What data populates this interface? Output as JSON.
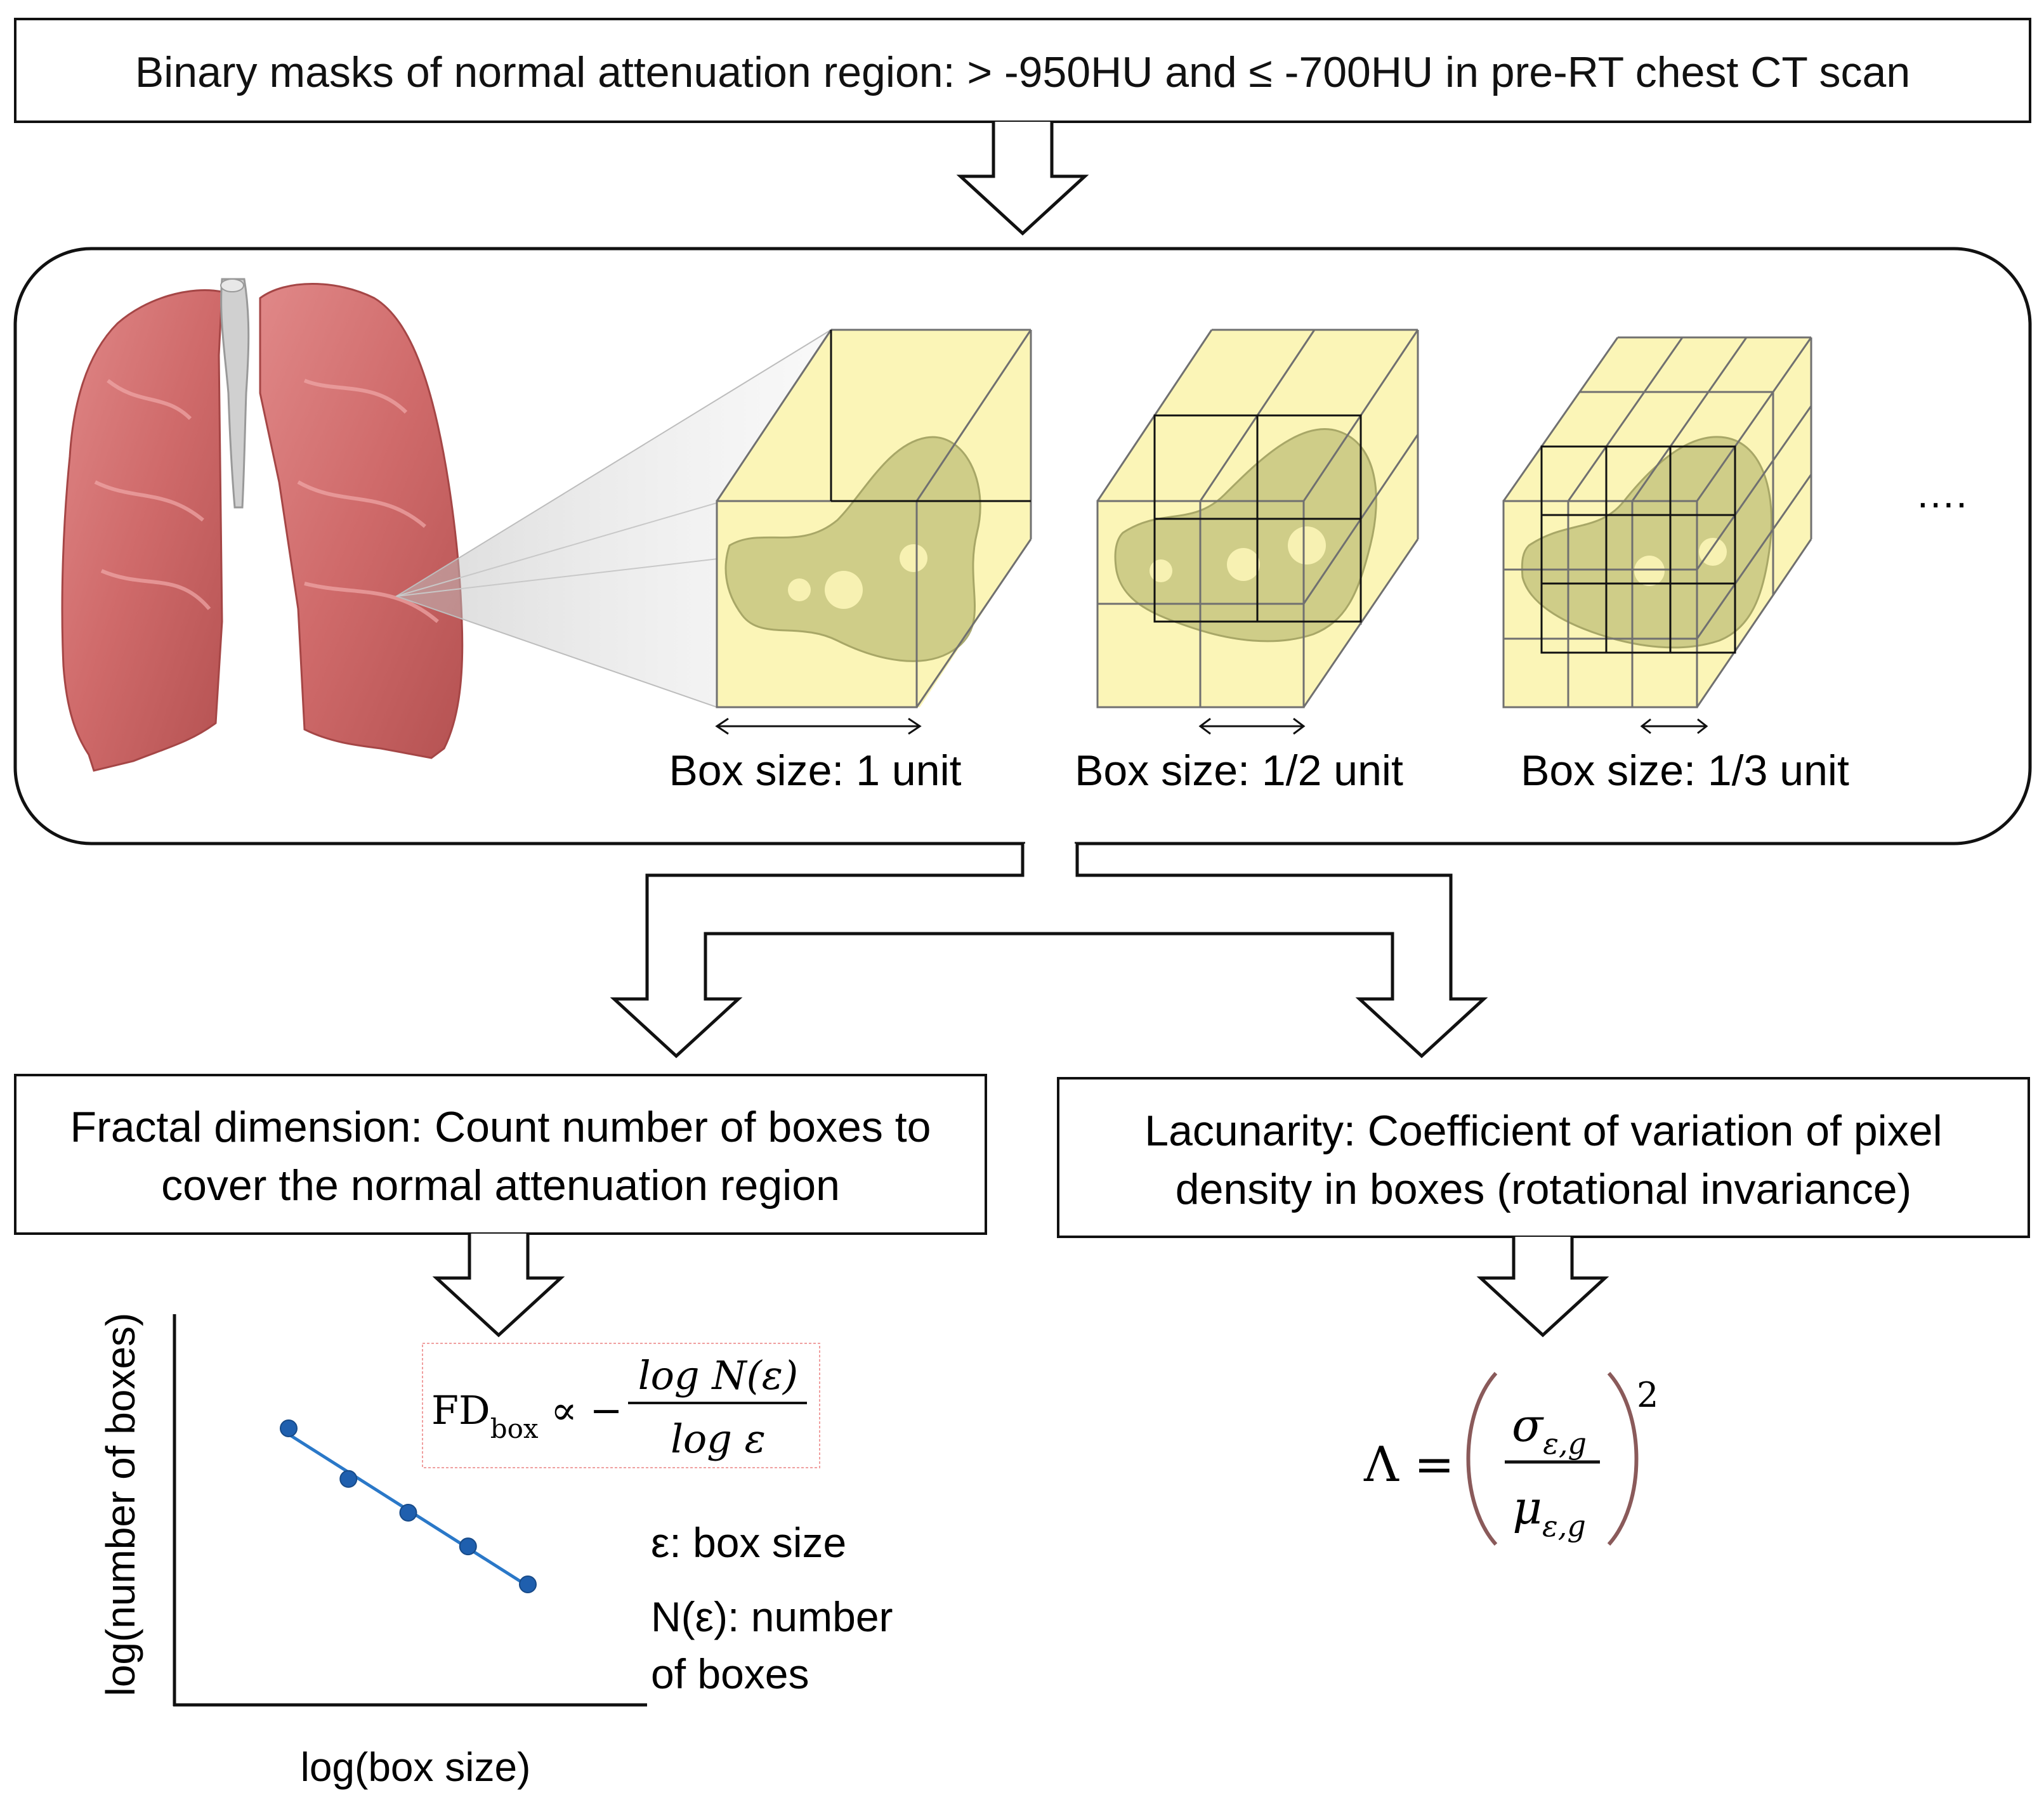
{
  "top_box": {
    "text": "Binary masks of normal attenuation region: > -950HU and ≤ -700HU in pre-RT chest CT scan"
  },
  "panel": {
    "box_labels": [
      "Box size: 1 unit",
      "Box size: 1/2 unit",
      "Box size: 1/3 unit"
    ],
    "ellipsis": "…."
  },
  "fd_box": {
    "line1": "Fractal dimension: Count number of boxes to",
    "line2": "cover the normal attenuation region"
  },
  "lac_box": {
    "line1": "Lacunarity: Coefficient of variation of pixel",
    "line2": "density in boxes (rotational invariance)"
  },
  "fd_formula": {
    "lhs": "FD",
    "sub": "box",
    "prop": "∝ −",
    "num": "log N(ε)",
    "den": "log ε"
  },
  "plot": {
    "ylabel": "log(number of boxes)",
    "xlabel": "log(box size)",
    "legend_eps": "ε: box size",
    "legend_n1": "N(ε): number",
    "legend_n2": "of boxes"
  },
  "lac_formula": {
    "lhs": "Λ =",
    "num": "σ",
    "den": "μ",
    "sub": "ε,g",
    "exp": "2"
  },
  "chart_data": {
    "type": "scatter",
    "x": [
      1,
      2,
      3,
      4,
      5
    ],
    "y": [
      5,
      3.8,
      3,
      2.2,
      1.3
    ],
    "xlabel": "log(box size)",
    "ylabel": "log(number of boxes)",
    "fit_line": true,
    "colors": {
      "points": "#1f5fae",
      "line": "#2a78c8"
    }
  },
  "colors": {
    "lung": "#cf6a6a",
    "trachea": "#cfcfcf",
    "box_fill": "#fbf5b7",
    "grid": "#707070",
    "formula_border": "#f0a0a0",
    "paren": "#8a5a5a"
  }
}
